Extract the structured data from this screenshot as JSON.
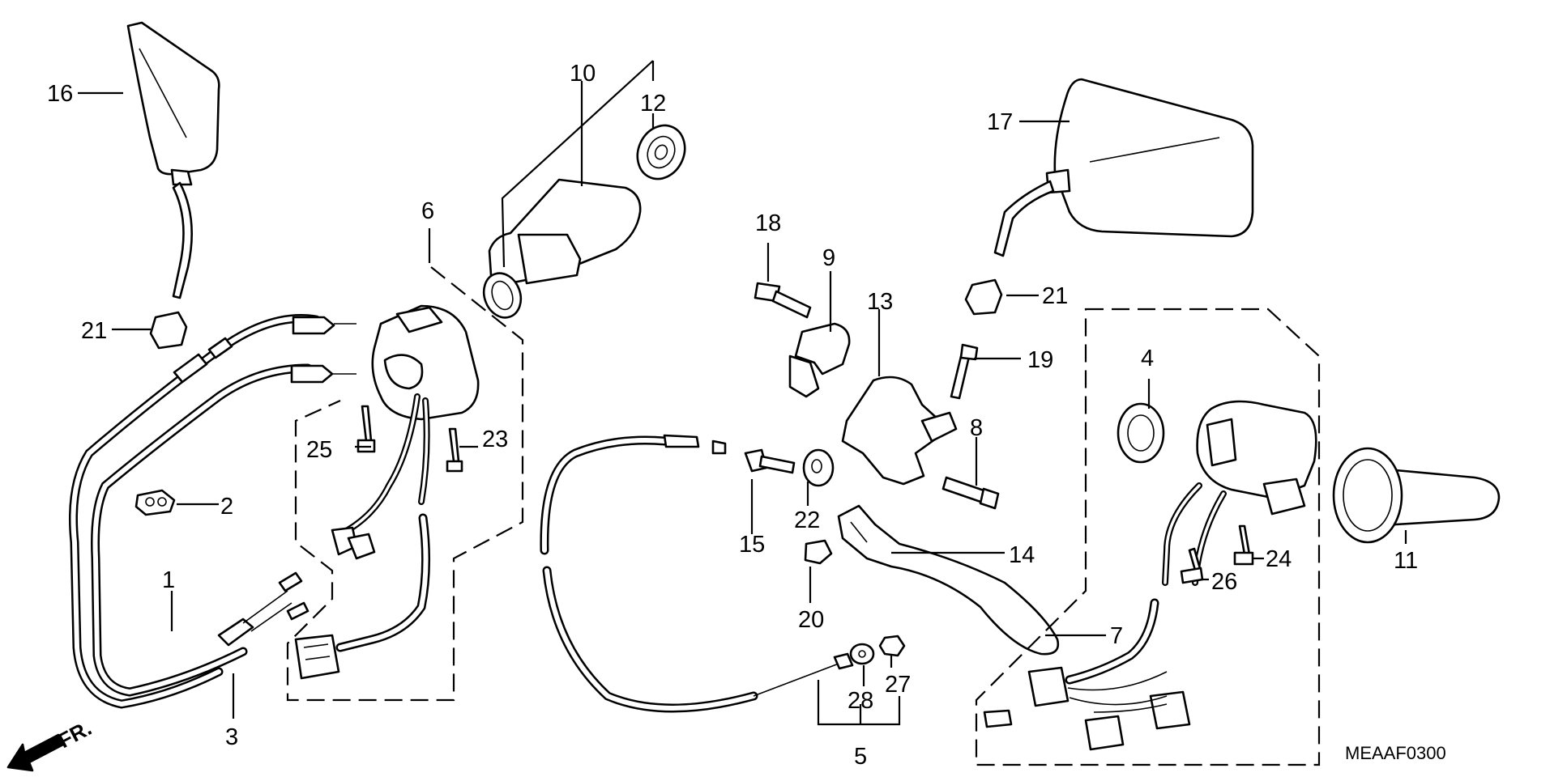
{
  "callouts": [
    "1",
    "2",
    "3",
    "4",
    "5",
    "6",
    "7",
    "8",
    "9",
    "10",
    "11",
    "12",
    "13",
    "14",
    "15",
    "16",
    "17",
    "18",
    "19",
    "20",
    "21",
    "21",
    "22",
    "23",
    "24",
    "25",
    "26",
    "27",
    "28"
  ],
  "diagram_code": "MEAAF0300",
  "direction_label": "FR."
}
